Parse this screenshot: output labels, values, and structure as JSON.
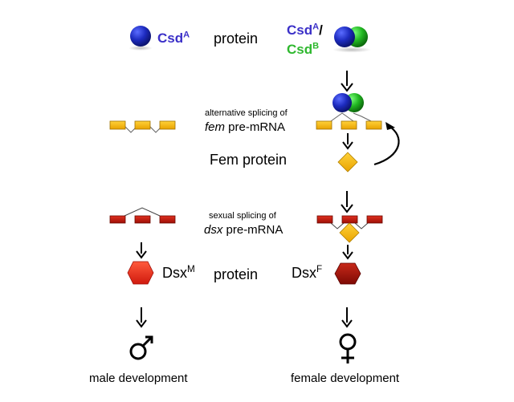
{
  "colors": {
    "csd_a": "#3b30c8",
    "csd_b": "#2fb82f",
    "fem_exon": "#f5b800",
    "fem_protein": "#f5b800",
    "dsx_exon": "#c0170f",
    "dsx_male_protein": "#ea2a1c",
    "dsx_female_protein": "#b01208"
  },
  "labels": {
    "csd_a_name": "Csd",
    "csd_a_sup": "A",
    "protein_top": "protein",
    "csd_b_name_a": "Csd",
    "csd_b_sup_a": "A",
    "slash": "/",
    "csd_b_name_b": "Csd",
    "csd_b_sup_b": "B",
    "alt_splicing": "alternative splicing of",
    "fem_italic": "fem",
    "pre_mrna_1": " pre-mRNA",
    "fem_protein": "Fem protein",
    "sex_splicing": "sexual splicing of",
    "dsx_italic": "dsx",
    "pre_mrna_2": " pre-mRNA",
    "dsx_m_name": "Dsx",
    "dsx_m_sup": "M",
    "protein_mid": "protein",
    "dsx_f_name": "Dsx",
    "dsx_f_sup": "F",
    "male_dev": "male development",
    "female_dev": "female development"
  },
  "icons": {
    "male": "male-symbol-icon",
    "female": "female-symbol-icon"
  }
}
